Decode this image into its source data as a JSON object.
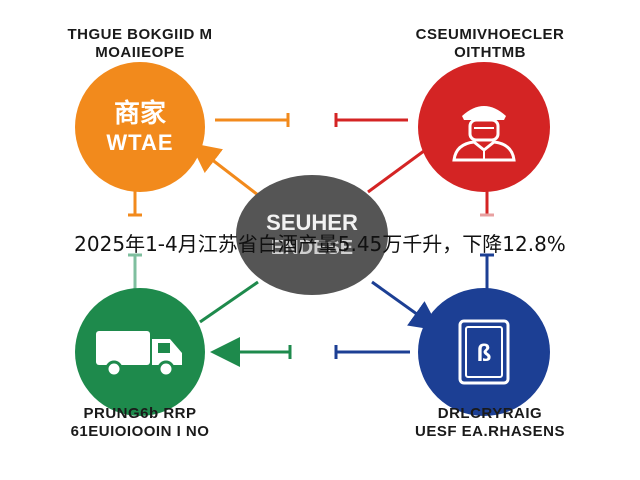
{
  "headline": "2025年1-4月江苏省白酒产量5.45万千升，下降12.8%",
  "nodes": {
    "top_left": {
      "label_line1": "THGUE BOKGIID M",
      "label_line2": "MOAIIEOPE",
      "circle_cn": "商家",
      "circle_en": "WTAE",
      "color": "#f28a1c"
    },
    "top_right": {
      "label_line1": "CSEUMIVHOECLER",
      "label_line2": "OITHTMB",
      "icon": "customer-avatar-icon",
      "color": "#d42424"
    },
    "center": {
      "line1": "SEUHER",
      "line2": "ENDESE",
      "color": "#555555"
    },
    "bottom_left": {
      "label_line1": "PRUNG6b RRP",
      "label_line2": "61EUIOIOOIN I NO",
      "icon": "delivery-truck-icon",
      "color": "#1e8a4c"
    },
    "bottom_right": {
      "label_line1": "DRLCRYRAIG",
      "label_line2": "UESF EA.RHASENS",
      "icon": "tablet-payment-icon",
      "color": "#1c3f94"
    }
  },
  "colors": {
    "orange": "#f28a1c",
    "red": "#d42424",
    "green": "#1e8a4c",
    "blue": "#1c3f94",
    "gray": "#555555"
  }
}
